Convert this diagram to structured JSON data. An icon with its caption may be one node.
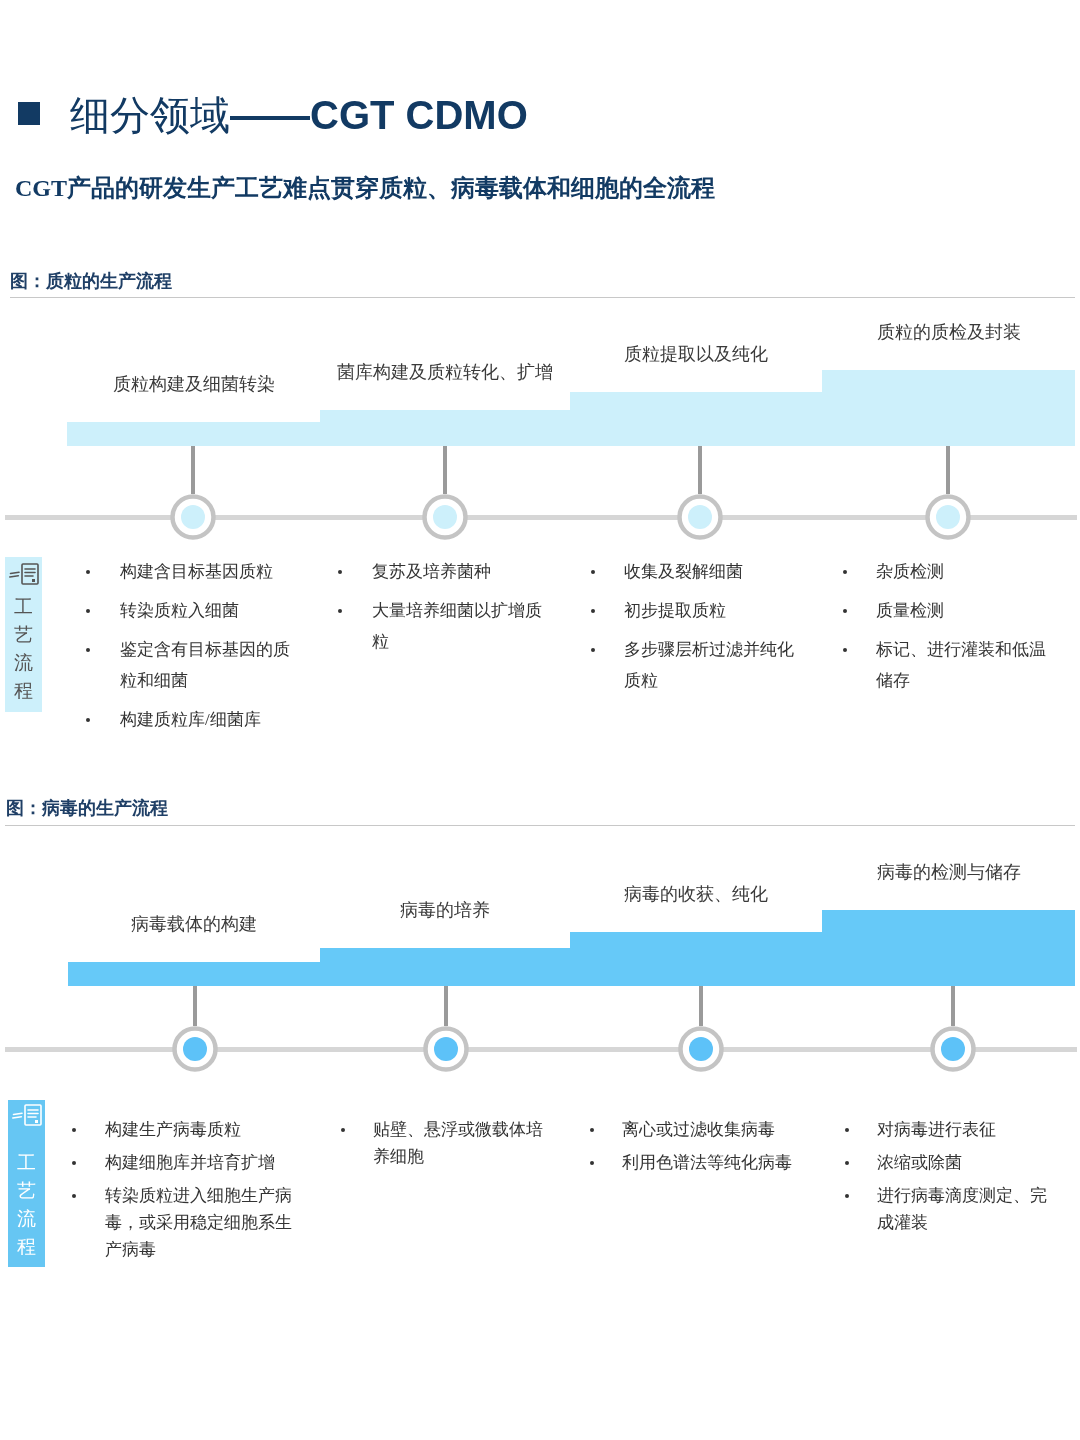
{
  "diagram": {
    "title": "细分领域**——CGT CDMO**",
    "nodes": [
      {
        "text": [
          "质粒构建及细菌转染"
        ]
      },
      {
        "text": [
          "菌库构建及质粒转化、扩增"
        ]
      },
      {
        "text": [
          "质粒提取以及纯化"
        ]
      },
      {
        "text": [
          "质粒的质检及封装"
        ]
      },
      {
        "text": [],
        "shape": "circle"
      },
      {
        "text": [],
        "shape": "circle"
      },
      {
        "text": [],
        "shape": "circle"
      },
      {
        "text": [],
        "shape": "circle"
      },
      {
        "text": [
          "工艺流程"
        ]
      },
      {
        "text": [
          "病毒载体的构建"
        ]
      },
      {
        "text": [
          "病毒的培养"
        ]
      },
      {
        "text": [
          "病毒的收获、纯化"
        ]
      },
      {
        "text": [
          "病毒的检测与储存"
        ]
      },
      {
        "text": [],
        "shape": "circle"
      },
      {
        "text": [],
        "shape": "circle"
      },
      {
        "text": [],
        "shape": "circle"
      },
      {
        "text": [],
        "shape": "circle"
      },
      {
        "text": [
          "工艺流程"
        ]
      }
    ],
    "edges": [
      {
        "from": 0,
        "to": 4,
        "arrow": "none"
      },
      {
        "from": 1,
        "to": 5,
        "arrow": "none"
      },
      {
        "from": 2,
        "to": 6,
        "arrow": "none"
      },
      {
        "from": 3,
        "to": 7,
        "arrow": "none"
      },
      {
        "from": 9,
        "to": 13,
        "arrow": "none"
      },
      {
        "from": 10,
        "to": 14,
        "arrow": "none"
      },
      {
        "from": 11,
        "to": 15,
        "arrow": "none"
      },
      {
        "from": 12,
        "to": 16,
        "arrow": "none"
      }
    ],
    "labels": [
      "CGT产品的研发生产工艺难点贯穿质粒、病毒载体和细胞的全流程",
      "图：质粒的生产流程",
      "构建含目标基因质粒",
      "转染质粒入细菌",
      "鉴定含有目标基因的质粒和细菌",
      "构建质粒库/细菌库",
      "复苏及培养菌种",
      "大量培养细菌以扩增质粒",
      "收集及裂解细菌",
      "初步提取质粒",
      "多步骤层析过滤并纯化质粒",
      "杂质检测",
      "质量检测",
      "标记、进行灌装和低温储存",
      "图：病毒的生产流程",
      "构建生产病毒质粒",
      "构建细胞库并培育扩增",
      "转染质粒进入细胞生产病毒，或采用稳定细胞系生产病毒",
      "贴壁、悬浮或微载体培养细胞",
      "离心或过滤收集病毒",
      "利用色谱法等纯化病毒",
      "对病毒进行表征",
      "浓缩或除菌",
      "进行病毒滴度测定、完成灌装"
    ]
  }
}
